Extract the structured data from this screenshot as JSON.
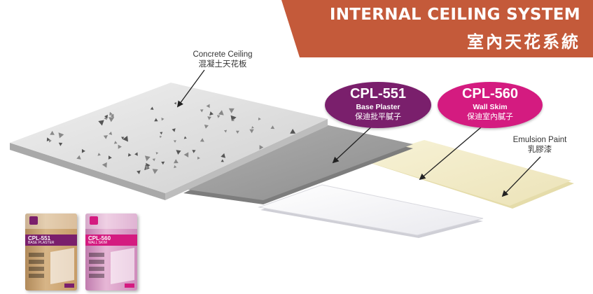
{
  "banner": {
    "title_en": "INTERNAL CEILING SYSTEM",
    "title_zh": "室內天花系統",
    "color": "#c45a3a"
  },
  "labels": {
    "concrete_en": "Concrete Ceiling",
    "concrete_zh": "混凝土天花板",
    "emulsion_en": "Emulsion Paint",
    "emulsion_zh": "乳膠漆"
  },
  "products": [
    {
      "code": "CPL-551",
      "name_en": "Base Plaster",
      "name_zh": "保迪批平膩子",
      "color": "#7a1f6c"
    },
    {
      "code": "CPL-560",
      "name_en": "Wall Skim",
      "name_zh": "保迪室內膩子",
      "color": "#d41b80"
    }
  ],
  "bags": [
    {
      "code": "CPL-551",
      "sub": "BASE PLASTER"
    },
    {
      "code": "CPL-560",
      "sub": "WALL SKIM"
    }
  ],
  "layer_colors": {
    "concrete": "#d6d6d6",
    "base_plaster": "#9a9a9a",
    "wall_skim": "#f4f4f6",
    "emulsion": "#f2ecc8"
  }
}
